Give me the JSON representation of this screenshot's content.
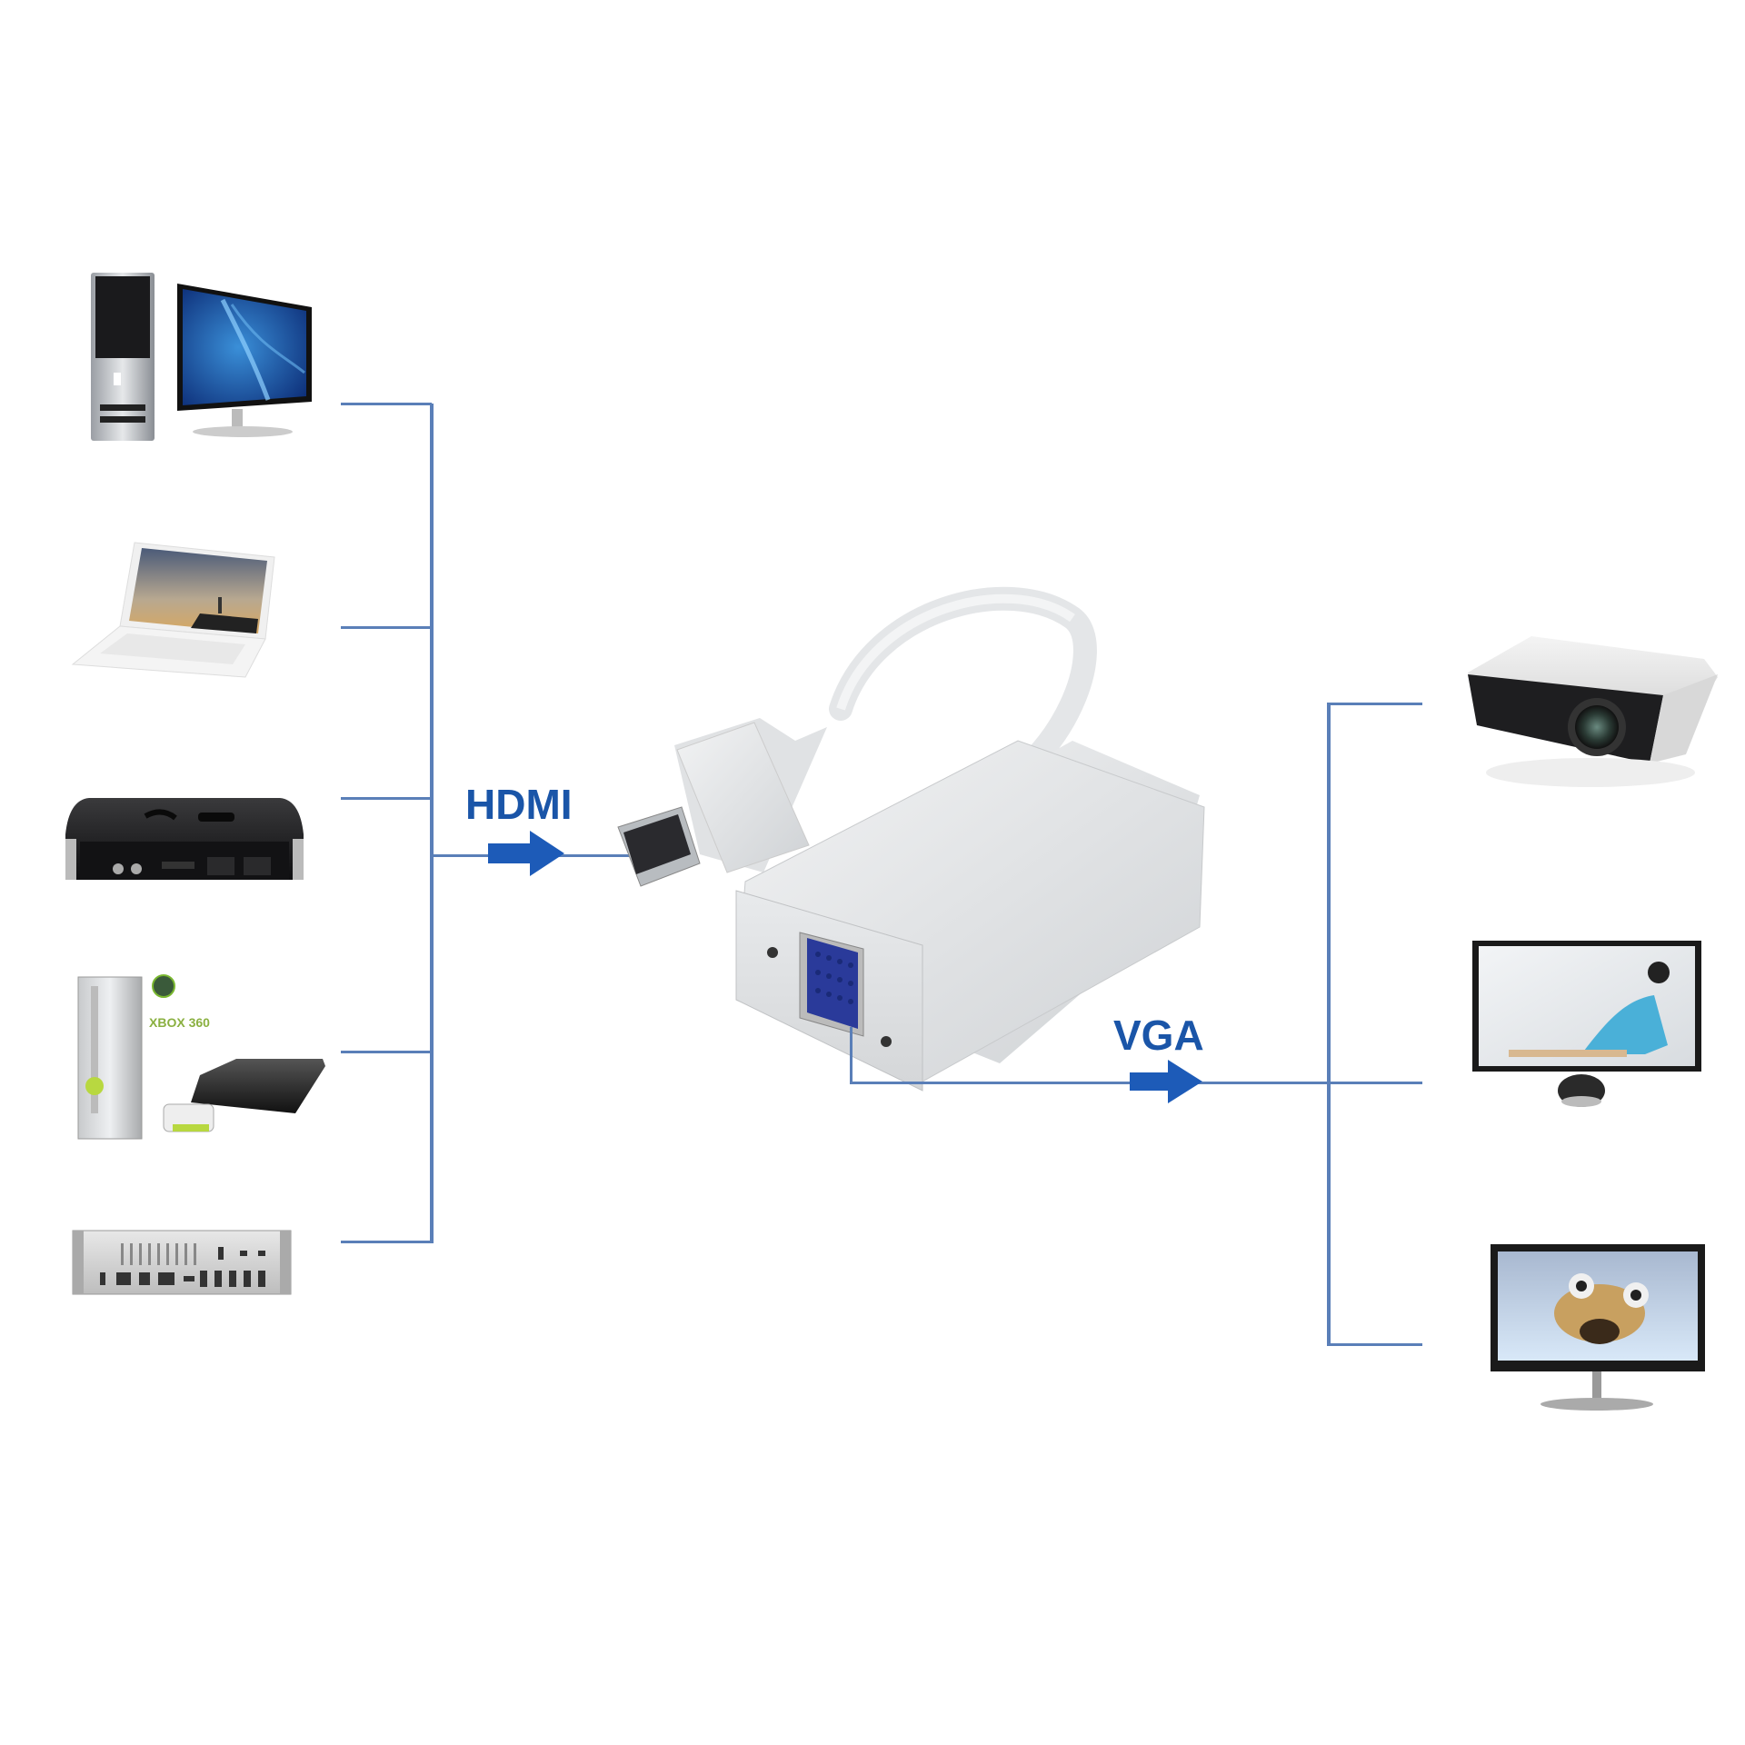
{
  "diagram": {
    "title": "",
    "input_label": "HDMI",
    "output_label": "VGA",
    "colors": {
      "connector_line": "#5a7fb8",
      "label_text": "#1a55a8",
      "arrow": "#1d5bb8",
      "adapter_body": "#e4e6e8",
      "vga_port": "#2a3a9a",
      "background": "#ffffff"
    },
    "sources": [
      {
        "name": "Desktop PC",
        "icon": "desktop-computer-icon"
      },
      {
        "name": "Laptop",
        "icon": "laptop-icon"
      },
      {
        "name": "Apple TV",
        "icon": "set-top-box-icon"
      },
      {
        "name": "Game consoles",
        "icon": "game-console-icon",
        "logo_text": "XBOX 360"
      },
      {
        "name": "Mac mini",
        "icon": "mac-mini-icon"
      }
    ],
    "adapter": {
      "name": "HDMI to VGA adapter",
      "input_connector": "HDMI male",
      "output_connector": "VGA female"
    },
    "destinations": [
      {
        "name": "Projector",
        "icon": "projector-icon"
      },
      {
        "name": "Widescreen monitor",
        "icon": "monitor-icon"
      },
      {
        "name": "LCD monitor",
        "icon": "lcd-monitor-icon"
      }
    ]
  }
}
